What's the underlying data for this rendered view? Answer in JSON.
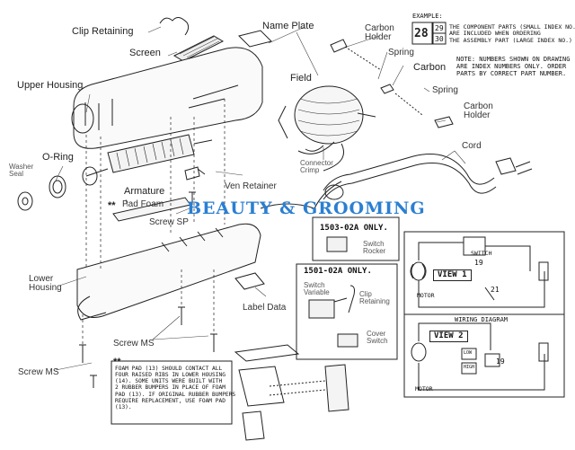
{
  "watermark": "BEAUTY & GROOMING",
  "labels": {
    "clip_retaining": "Clip Retaining",
    "name_plate": "Name Plate",
    "screen": "Screen",
    "upper_housing": "Upper Housing",
    "o_ring": "O-Ring",
    "washer_seal": "Washer\nSeal",
    "armature": "Armature",
    "pad_foam": "Pad Foam",
    "ven_retainer": "Ven Retainer",
    "screw_sp": "Screw SP",
    "lower_housing": "Lower\nHousing",
    "label_data": "Label Data",
    "screw_ms_1": "Screw MS",
    "screw_ms_2": "Screw MS",
    "field": "Field",
    "carbon_holder_1": "Carbon\nHolder",
    "spring_1": "Spring",
    "carbon": "Carbon",
    "spring_2": "Spring",
    "carbon_holder_2": "Carbon\nHolder",
    "connector_crimp": "Connector\nCrimp",
    "cord": "Cord",
    "switch_variable": "Switch\nVariable",
    "clip_retaining_2": "Clip\nRetaining",
    "cover_switch": "Cover\nSwitch",
    "switch_rocker": "Switch\nRocker",
    "double_star_1": "**",
    "double_star_2": "**"
  },
  "example": {
    "title": "EXAMPLE:",
    "num_large": "28",
    "num_top": "29",
    "num_bottom": "30",
    "text": "THE COMPONENT PARTS (SMALL INDEX NO.'S)\nARE INCLUDED WHEN ORDERING\nTHE ASSEMBLY PART (LARGE INDEX NO.)"
  },
  "note": "NOTE: NUMBERS SHOWN ON DRAWING\nARE INDEX NUMBERS ONLY. ORDER\nPARTS BY CORRECT PART NUMBER.",
  "model_boxes": {
    "a": "1503-02A  ONLY.",
    "b": "1501-02A  ONLY."
  },
  "foam_note": "FOAM PAD (13) SHOULD CONTACT ALL\nFOUR RAISED RIBS IN LOWER HOUSING\n(14). SOME UNITS WERE BUILT WITH\n2 RUBBER BUMPERS IN PLACE OF FOAM\nPAD (13). IF ORIGINAL RUBBER BUMPERS\nREQUIRE REPLACEMENT, USE FOAM PAD\n(13).",
  "wiring": {
    "view1": "VIEW 1",
    "view2": "VIEW 2",
    "title": "WIRING DIAGRAM",
    "switch": "SWITCH",
    "num_19a": "19",
    "num_19b": "19",
    "num_21": "21",
    "motor_1": "MOTOR",
    "motor_2": "MOTOR",
    "low": "LOW",
    "high": "HIGH"
  },
  "colors": {
    "line": "#222222",
    "watermark": "#2b7fd1",
    "label_gray": "#555555"
  }
}
